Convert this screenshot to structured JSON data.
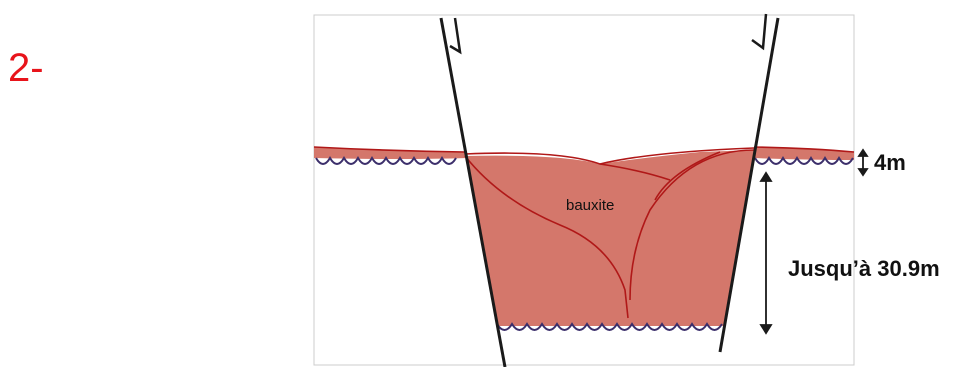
{
  "step_number": "2-",
  "labels": {
    "bauxite": "bauxite",
    "surface_thickness": "4m",
    "depth": "Jusqu’à 30.9m"
  },
  "colors": {
    "step_number": "#e8141b",
    "bauxite_fill": "#d4776b",
    "bauxite_lines": "#b01818",
    "wavy_contact": "#3c2f6b",
    "faults": "#1a1a1a",
    "frame": "#cccccc"
  }
}
